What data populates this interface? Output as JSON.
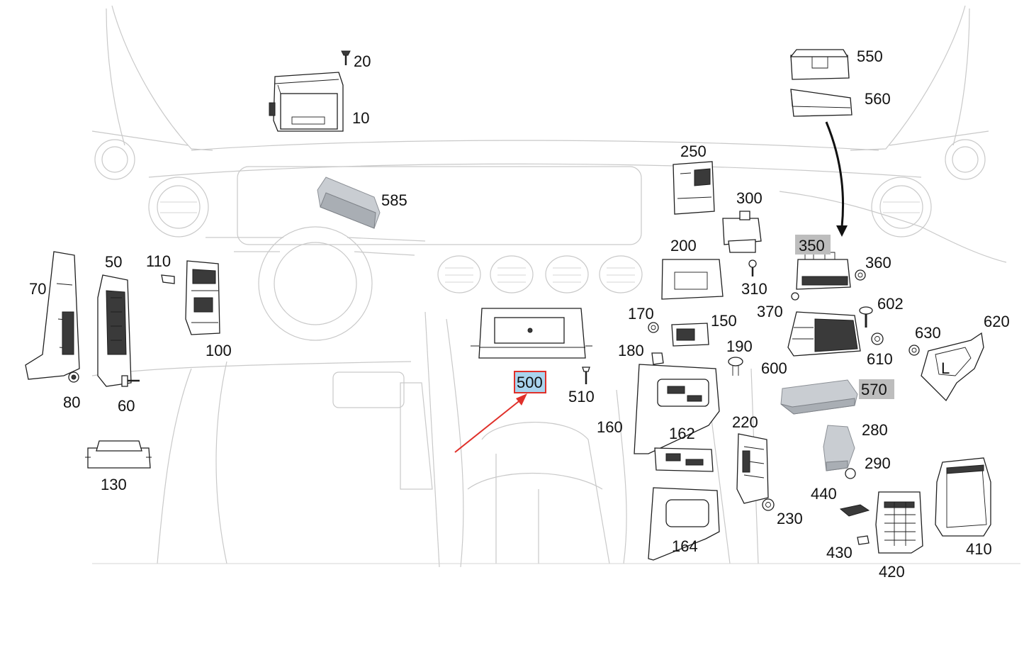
{
  "accent_colors": {
    "selection_outline": "#e0302a",
    "selection_fill": "#a9d4ee",
    "highlight_fill": "#bdbdbd"
  },
  "parts": [
    {
      "id": "p10",
      "label": "10"
    },
    {
      "id": "p20",
      "label": "20"
    },
    {
      "id": "p50",
      "label": "50"
    },
    {
      "id": "p60",
      "label": "60"
    },
    {
      "id": "p70",
      "label": "70"
    },
    {
      "id": "p80",
      "label": "80"
    },
    {
      "id": "p100",
      "label": "100"
    },
    {
      "id": "p110",
      "label": "110"
    },
    {
      "id": "p130",
      "label": "130"
    },
    {
      "id": "p150",
      "label": "150"
    },
    {
      "id": "p160",
      "label": "160"
    },
    {
      "id": "p162",
      "label": "162"
    },
    {
      "id": "p164",
      "label": "164"
    },
    {
      "id": "p170",
      "label": "170"
    },
    {
      "id": "p180",
      "label": "180"
    },
    {
      "id": "p190",
      "label": "190"
    },
    {
      "id": "p200",
      "label": "200"
    },
    {
      "id": "p220",
      "label": "220"
    },
    {
      "id": "p230",
      "label": "230"
    },
    {
      "id": "p250",
      "label": "250"
    },
    {
      "id": "p280",
      "label": "280"
    },
    {
      "id": "p290",
      "label": "290"
    },
    {
      "id": "p300",
      "label": "300"
    },
    {
      "id": "p310",
      "label": "310"
    },
    {
      "id": "p350",
      "label": "350",
      "highlight": "gray"
    },
    {
      "id": "p360",
      "label": "360"
    },
    {
      "id": "p370",
      "label": "370"
    },
    {
      "id": "p410",
      "label": "410"
    },
    {
      "id": "p420",
      "label": "420"
    },
    {
      "id": "p430",
      "label": "430"
    },
    {
      "id": "p440",
      "label": "440"
    },
    {
      "id": "p500",
      "label": "500",
      "highlight": "selected"
    },
    {
      "id": "p510",
      "label": "510"
    },
    {
      "id": "p550",
      "label": "550"
    },
    {
      "id": "p560",
      "label": "560"
    },
    {
      "id": "p570",
      "label": "570",
      "highlight": "gray"
    },
    {
      "id": "p585",
      "label": "585"
    },
    {
      "id": "p600",
      "label": "600"
    },
    {
      "id": "p602",
      "label": "602"
    },
    {
      "id": "p610",
      "label": "610"
    },
    {
      "id": "p620",
      "label": "620"
    },
    {
      "id": "p630",
      "label": "630"
    }
  ],
  "bracket_letter": "L"
}
